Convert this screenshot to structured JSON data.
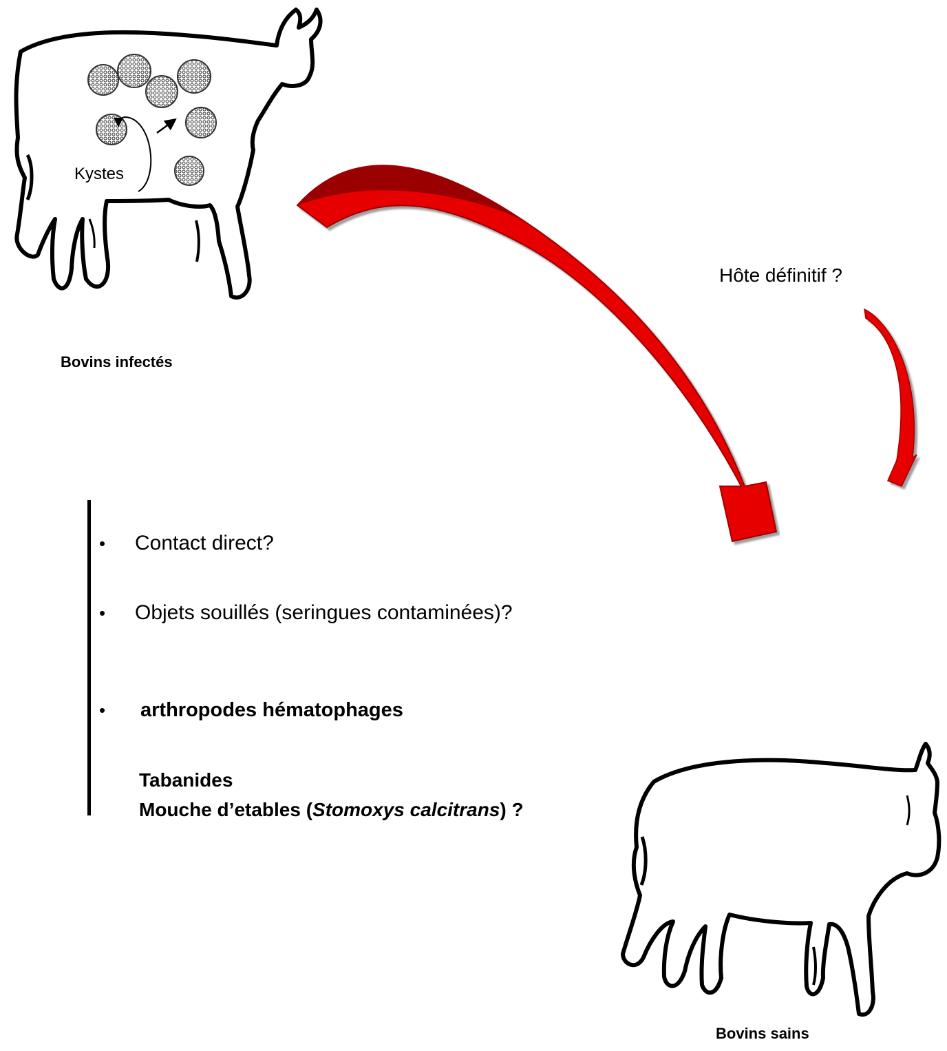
{
  "diagram": {
    "source_caption": "Bovins infectés",
    "target_caption": "Bovins sains",
    "cyst_label": "Kystes",
    "definitive_host_label": "Hôte définitif ?",
    "routes": [
      {
        "text": "Contact direct?",
        "bold": false
      },
      {
        "text": "Objets souillés (seringues contaminées)?",
        "bold": false
      },
      {
        "text": "arthropodes hématophages",
        "bold": true
      }
    ],
    "vectors": {
      "line1": "Tabanides",
      "line2_prefix": "Mouche d’etables (",
      "line2_species": "Stomoxys calcitrans",
      "line2_suffix": ") ?"
    },
    "colors": {
      "arrow": "#e60000",
      "arrow_dark": "#9b0000",
      "outline": "#000000",
      "cyst": "#555555"
    },
    "icons": [
      "cow-outline-icon",
      "cyst-icon",
      "curved-arrow-icon"
    ]
  }
}
